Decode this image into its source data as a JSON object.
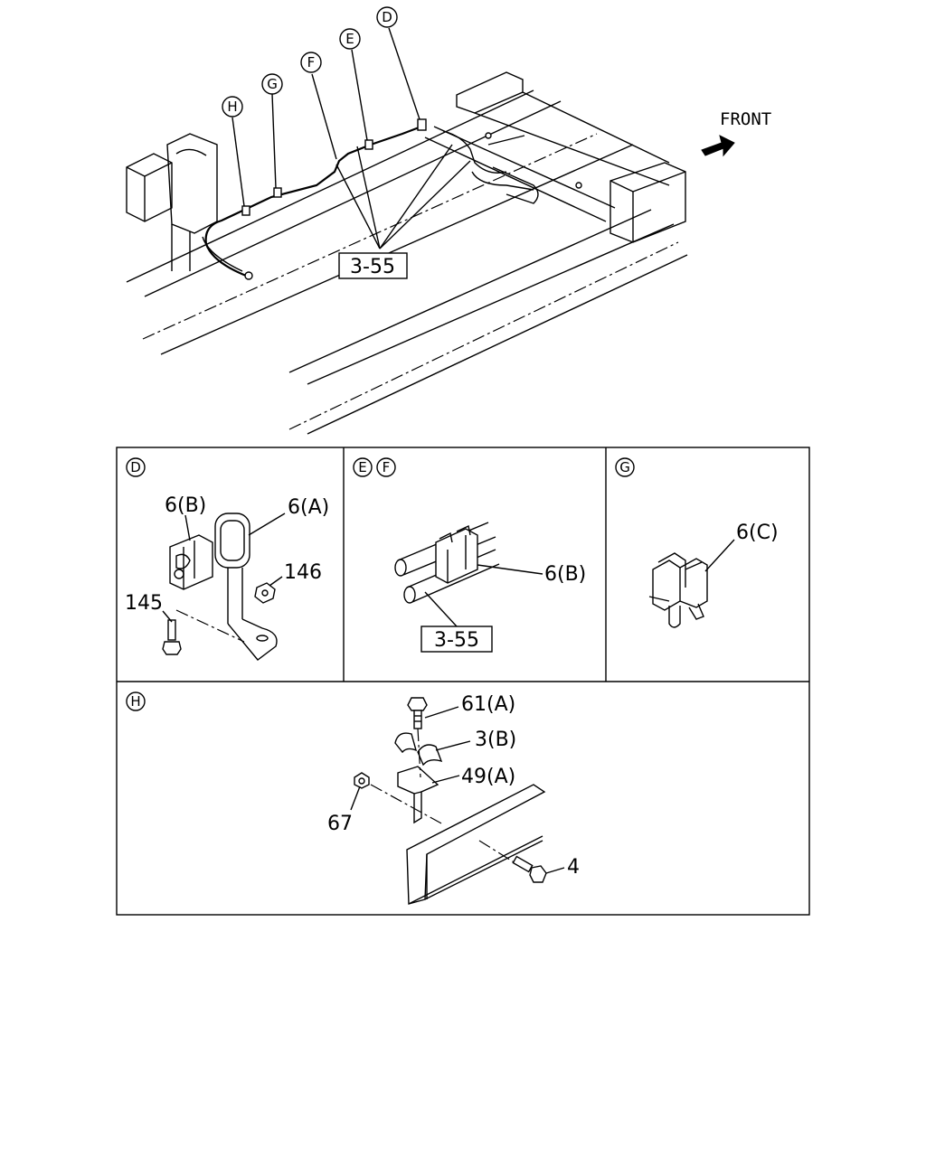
{
  "overview": {
    "front_label": "FRONT",
    "ref_box": "3-55",
    "callouts": {
      "d": "D",
      "e": "E",
      "f": "F",
      "g": "G",
      "h": "H"
    }
  },
  "panels": {
    "d": {
      "letter": "D",
      "part_6b": "6(B)",
      "part_6a": "6(A)",
      "part_146": "146",
      "part_145": "145"
    },
    "ef": {
      "letter_e": "E",
      "letter_f": "F",
      "part_6b": "6(B)",
      "ref_box": "3-55"
    },
    "g": {
      "letter": "G",
      "part_6c": "6(C)"
    },
    "h": {
      "letter": "H",
      "part_61a": "61(A)",
      "part_3b": "3(B)",
      "part_49a": "49(A)",
      "part_67": "67",
      "part_4": "4"
    }
  }
}
